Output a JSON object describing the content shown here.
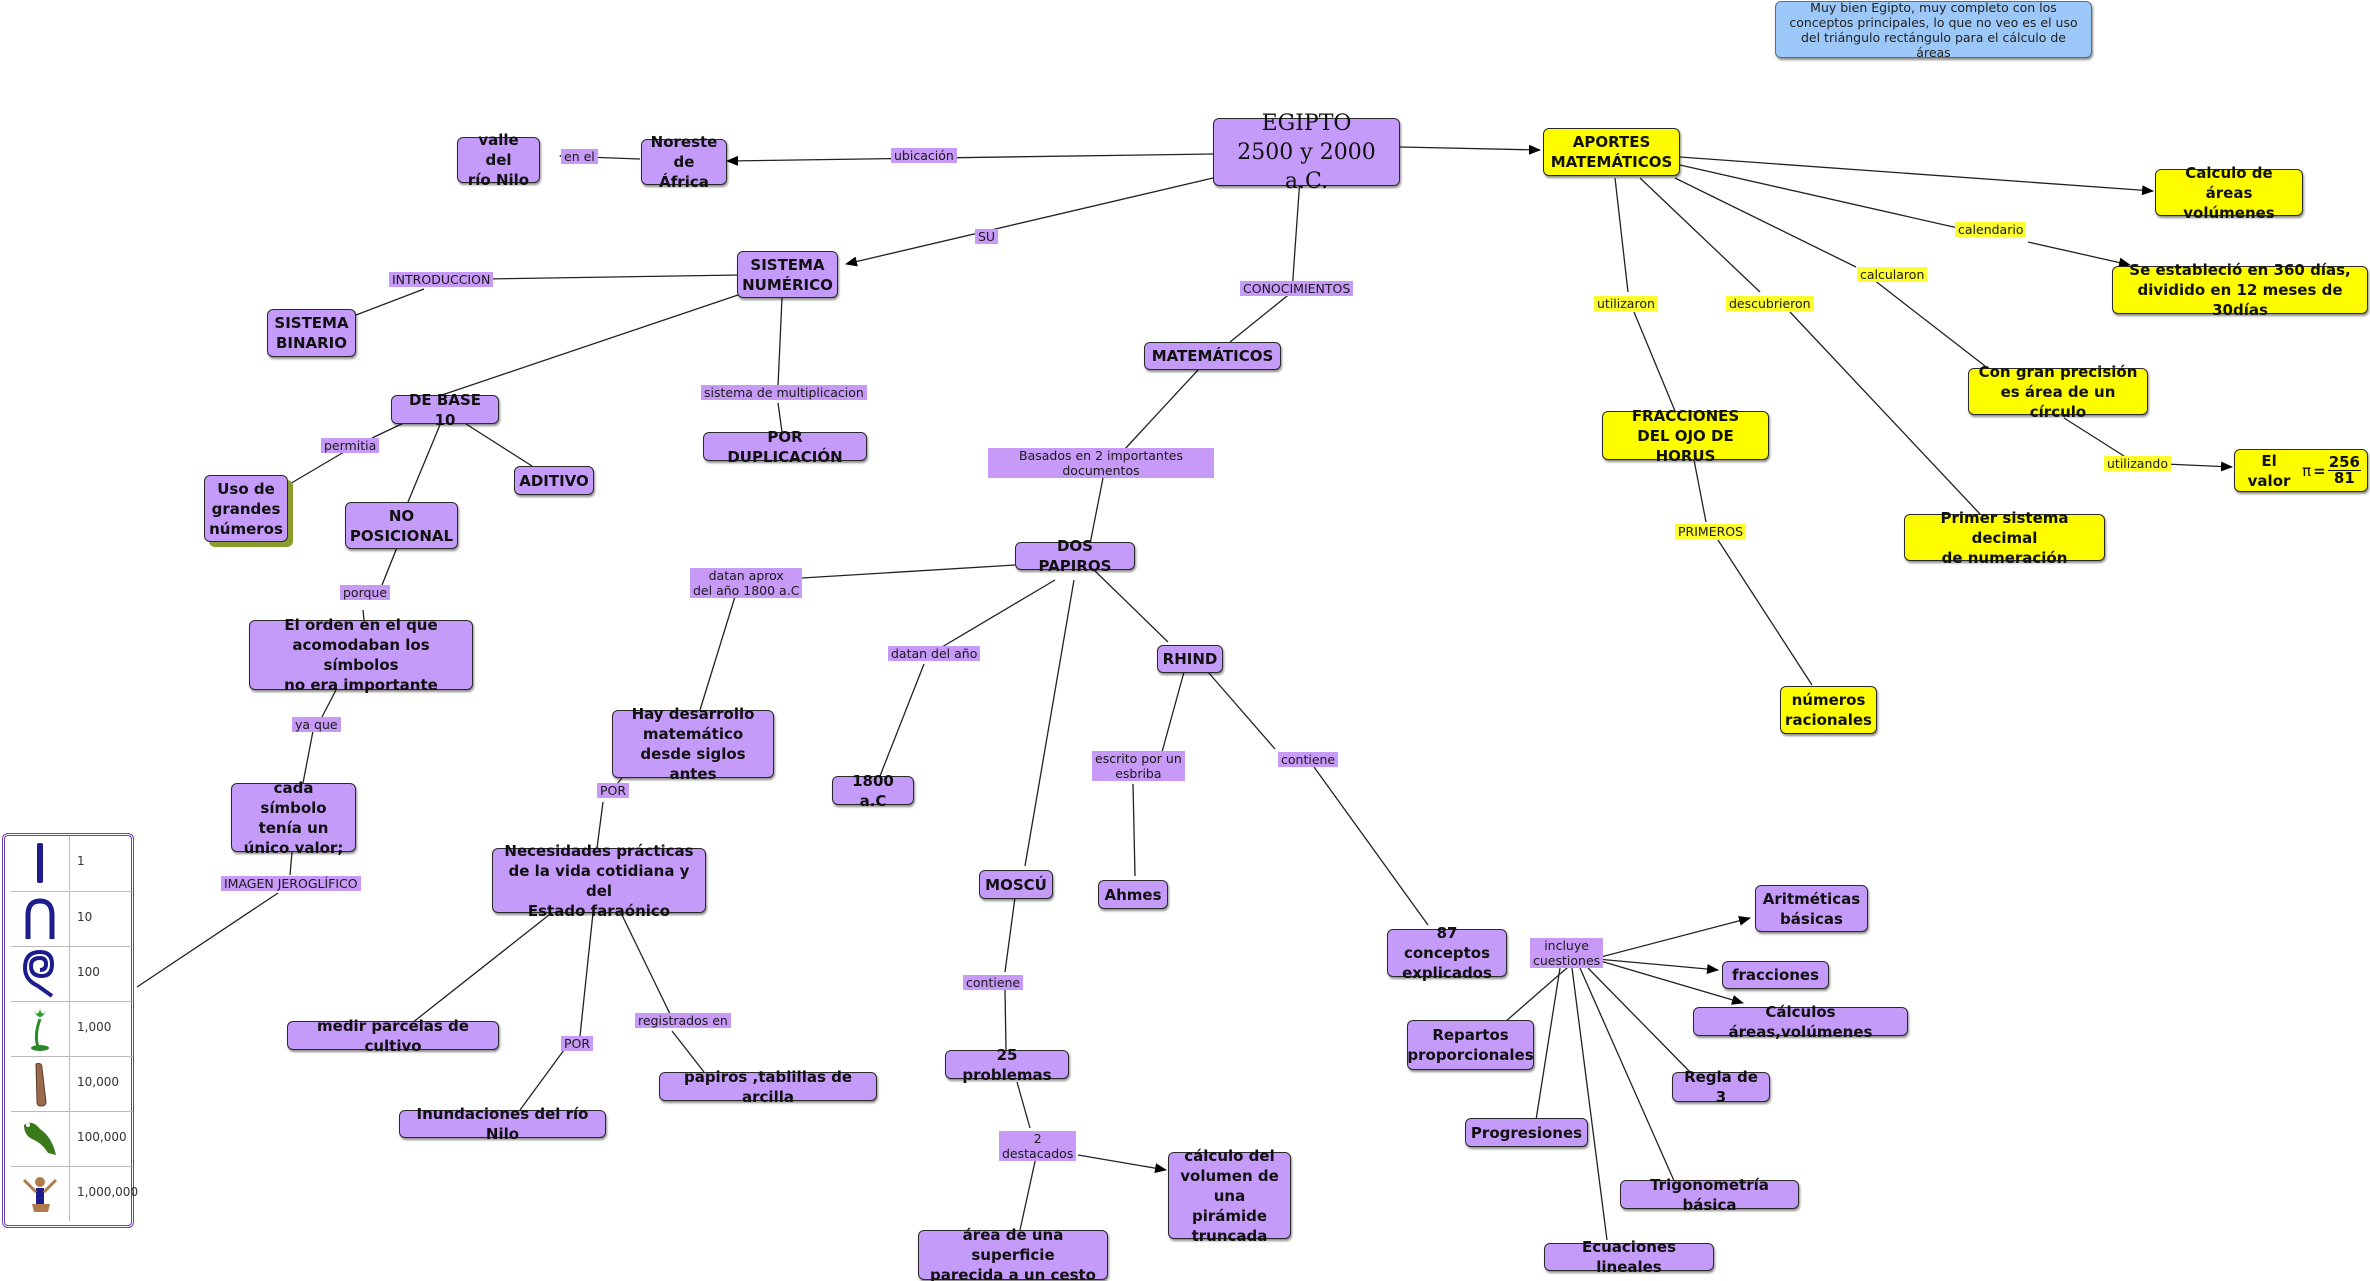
{
  "root": {
    "title": "EGIPTO",
    "subtitle": "2500 y 2000 a.C."
  },
  "comment": "Muy bien Egipto, muy completo con los conceptos principales, lo que no veo es el uso del triángulo rectángulo para el cálculo de áreas",
  "nodes": {
    "noreste": "Noreste\nde África",
    "valle_nilo": "valle del\nrío Nilo",
    "sistema_numerico": "SISTEMA\nNUMÉRICO",
    "sistema_binario": "SISTEMA\nBINARIO",
    "de_base_10": "DE BASE 10",
    "uso_grandes": "Uso de\ngrandes\nnúmeros",
    "no_posicional": "NO\nPOSICIONAL",
    "aditivo": "ADITIVO",
    "orden": "El orden en el que\nacomodaban  los símbolos\nno era importante",
    "cada_simbolo": "cada símbolo\ntenía un\núnico valor;",
    "por_duplicacion": "POR DUPLICACIÓN",
    "matematicas": "MATEMÁTICOS",
    "dos_papiros": "DOS PAPIROS",
    "hay_desarrollo": "Hay desarrollo\nmatemático\ndesde siglos antes",
    "necesidades": "Necesidades prácticas\nde la vida cotidiana y del\nEstado faraónico",
    "medir_parcelas": "medir parcelas de cultivo",
    "inundaciones": "Inundaciones del río Nilo",
    "papiros_tablillas": "papiros ,tablillas de arcilla",
    "y1800": "1800 a.C",
    "moscu": "MOSCÚ",
    "problemas25": "25 problemas",
    "calculo_volumen": "cálculo del\nvolumen de\nuna pirámide\ntruncada",
    "area_superficie": "área de una superficie\nparecida a un cesto",
    "rhind": "RHIND",
    "ahmes": "Ahmes",
    "conceptos87": "87 conceptos\nexplicados",
    "aritmeticas": "Aritméticas\nbásicas",
    "fracciones": "fracciones",
    "calculos_areas": "Cálculos áreas,volúmenes",
    "regla3": "Regla de 3",
    "trigonometria": "Trigonometría básica",
    "ecuaciones": "Ecuaciones lineales",
    "progresiones": "Progresiones",
    "repartos": "Repartos\nproporcionales",
    "aportes": "APORTES\nMATEMÁTICOS",
    "calculo_areas_vol": "Calculo de áreas\nvolúmenes",
    "se_establecio": "Se estableció en 360 días,\ndividido en 12 meses de 30días",
    "gran_precision": "Con gran precisión\nes área de un círculo",
    "valor_pi_prefix": "El valor",
    "pi_symbol": "π",
    "pi_num": "256",
    "pi_den": "81",
    "fracciones_horus": "FRACCIONES\nDEL OJO DE HORUS",
    "primer_sistema": "Primer sistema decimal\nde numeración",
    "numeros_racionales": "números\nracionales"
  },
  "labels": {
    "ubicacion": "ubicación",
    "en_el": "en el",
    "su": "SU",
    "introduccion": "INTRODUCCION",
    "conocimientos": "CONOCIMIENTOS",
    "sistema_mult": "sistema de multiplicacion",
    "permitia": "permitia",
    "porque": "porque",
    "ya_que": "ya que",
    "imagen": "IMAGEN JEROGLÍFICO",
    "basados": "Basados en 2 importantes documentos",
    "datan_aprox": "datan aprox\ndel año 1800 a.C",
    "por1": "POR",
    "por2": "POR",
    "registrados": "registrados en",
    "datan_del": "datan del año",
    "contiene_moscu": "contiene",
    "dos_destacados": "2\ndestacados",
    "escrito": "escrito por un\nesbriba",
    "contiene_rhind": "contiene",
    "incluye": "incluye\ncuestiones",
    "calendario": "calendario",
    "utilizaron": "utilizaron",
    "descubrieron": "descubrieron",
    "calcularon": "calcularon",
    "utilizando": "utilizando",
    "primeros": "PRIMEROS"
  },
  "hieroglyphs": [
    {
      "icon": "stroke-icon",
      "value": "1"
    },
    {
      "icon": "heel-bone-icon",
      "value": "10"
    },
    {
      "icon": "coil-of-rope-icon",
      "value": "100"
    },
    {
      "icon": "lotus-flower-icon",
      "value": "1,000"
    },
    {
      "icon": "finger-icon",
      "value": "10,000"
    },
    {
      "icon": "frog-icon",
      "value": "100,000"
    },
    {
      "icon": "kneeling-god-icon",
      "value": "1,000,000"
    }
  ],
  "colors": {
    "purple": "#c49bf9",
    "yellow": "#fdfd00",
    "blue": "#9cc8f9",
    "hieroglyph_blue": "#1c1c8c"
  }
}
